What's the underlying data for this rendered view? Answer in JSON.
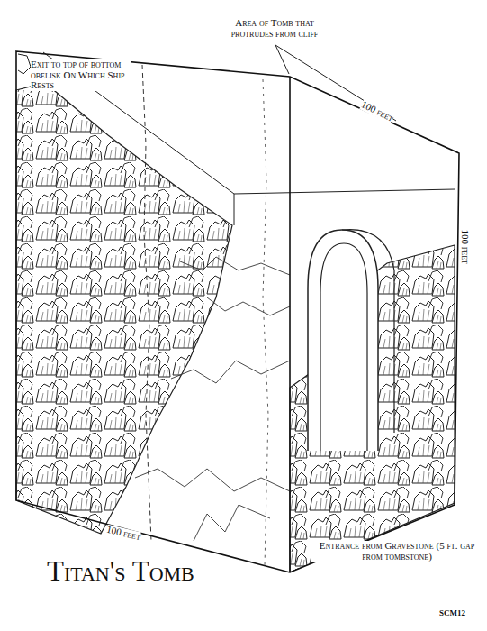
{
  "diagram": {
    "title": "Titan's Tomb",
    "labels": [
      "Exit to top of bottom obelisk On Which Ship Rests",
      "Area of Tomb that protrudes from cliff",
      "100 feet",
      "100 feet",
      "100 feet",
      "Entrance from Gravestone (5 ft. gap from tombstone)",
      "SCM12"
    ]
  }
}
